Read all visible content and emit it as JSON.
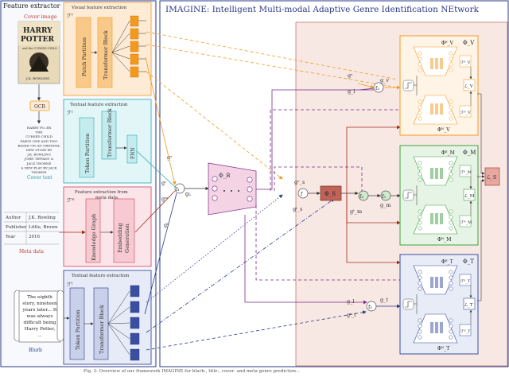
{
  "panel_left": {
    "title": "Feature extractor"
  },
  "panel_right": {
    "title": "IMAGINE: Intelligent Multi-modal Adaptive Genre Identification NEtwork"
  },
  "inputs": {
    "cover_label": "Cover image",
    "cover_title_1": "HARRY",
    "cover_title_2": "POTTER",
    "cover_sub": "and the CURSED CHILD",
    "cover_author": "J.K. ROWLING",
    "ocr": "OCR",
    "cover_text_lines": [
      "HARRY PO..ER",
      "THE",
      "CURSED CHILD",
      "PARTS ONE AND TWO",
      "BASED ON AN ORIGINAL",
      "NEW STORY BY",
      "J.K. ROWLING",
      "JOHN TIFFANY &",
      "JACK THORNE",
      "A NEW PLAY BY JACK",
      "THORNE"
    ],
    "cover_text_label": "Cover text",
    "meta_rows": [
      {
        "k": "Author",
        "v": "J.K. Rowling"
      },
      {
        "k": "Publisher",
        "v": "Little, Brown"
      },
      {
        "k": "Year",
        "v": "2016"
      }
    ],
    "meta_label": "Meta data",
    "blurb_lines": [
      "The eighth",
      "story, nineteen",
      "years later... It",
      "was always",
      "difficult being",
      "Harry Potter,",
      "..."
    ],
    "blurb_label": "Blurb"
  },
  "extractors": {
    "visual": {
      "title": "Visual feature extraction",
      "symbol": "ℱᵛ",
      "partition": "Patch Partition",
      "block": "Transformer Block"
    },
    "textual_cover": {
      "title": "Textual feature extraction",
      "symbol": "ℱᶜ",
      "partition": "Token Partition",
      "block": "Transformer Block",
      "head": "FNN"
    },
    "meta": {
      "title": "Feature extraction from",
      "title2": "meta data",
      "symbol": "ℱᵐ",
      "graph": "Knowledge Graph",
      "emb1": "Embedding",
      "emb2": "Generation"
    },
    "textual_blurb": {
      "title": "Textual feature extraction",
      "symbol": "ℱᵗ",
      "partition": "Token Partition",
      "block": "Transformer Block"
    }
  },
  "network": {
    "phi_b": "Φ_B",
    "phi_s": "Φ_S",
    "f1": "f₁",
    "f2": "f₂",
    "f3": "f₃",
    "f4": "f₄",
    "f5": "f₅",
    "g1": "g₁",
    "gv": "gᵛ",
    "gc": "gᶜ",
    "gm": "gᵐ",
    "gt": "gᵗ",
    "gl": "g_l",
    "gvm": "gᵛ_m",
    "gvs": "gᵛ_s",
    "gts": "gᵗ_s",
    "gtm": "gᵗ_m",
    "gtt": "gᵗ_t",
    "gv_out": "g_v",
    "gm_out": "g_m",
    "gt_out": "g_t",
    "modules": [
      {
        "name": "Φ_V",
        "sub": "Φᴱ_V",
        "sub2": "Φᴺ_V",
        "fe": "ℱᴱ_V",
        "fn": "ℱᴺ_V",
        "loss": "ℒ_V",
        "color": "#f39a1e"
      },
      {
        "name": "Φ_M",
        "sub": "Φᴱ_M",
        "sub2": "Φᴺ_M",
        "fe": "ℱᴱ_M",
        "fn": "ℱᴺ_M",
        "loss": "ℒ_M",
        "color": "#3f9f3f"
      },
      {
        "name": "Φ_T",
        "sub": "Φᴱ_T",
        "sub2": "Φᴺ_T",
        "fe": "ℱᴱ_T",
        "fn": "ℱᴺ_T",
        "loss": "ℒ_T",
        "color": "#3a4fa0"
      }
    ],
    "loss_s": "ℒ_S"
  },
  "caption": "Fig. 2: Overview of our framework IMAGINE for blurb-, title-, cover- and meta genre prediction..."
}
